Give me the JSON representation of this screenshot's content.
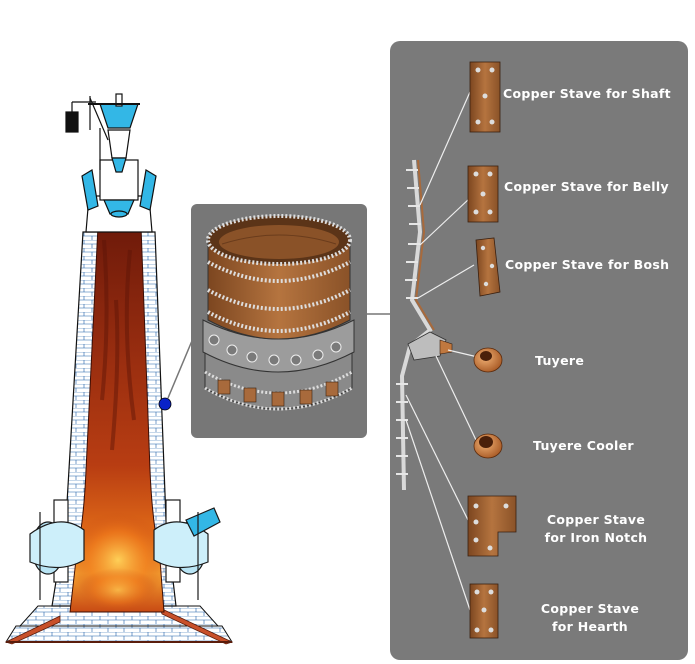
{
  "labels": {
    "shaft": "Copper Stave for Shaft",
    "belly": "Copper Stave for Belly",
    "bosh": "Copper Stave for Bosh",
    "tuyere": "Tuyere",
    "tuyere_cooler": "Tuyere Cooler",
    "iron_notch_line1": "Copper Stave",
    "iron_notch_line2": "for Iron Notch",
    "hearth_line1": "Copper Stave",
    "hearth_line2": "for Hearth"
  },
  "colors": {
    "panel": "#7a7a7a",
    "inset_panel": "#777777",
    "brick": "#ffffff",
    "brick_line": "#1e5fa8",
    "copper": "#a86a3c",
    "cyan": "#33b7e6",
    "marker": "#0a22c8"
  }
}
